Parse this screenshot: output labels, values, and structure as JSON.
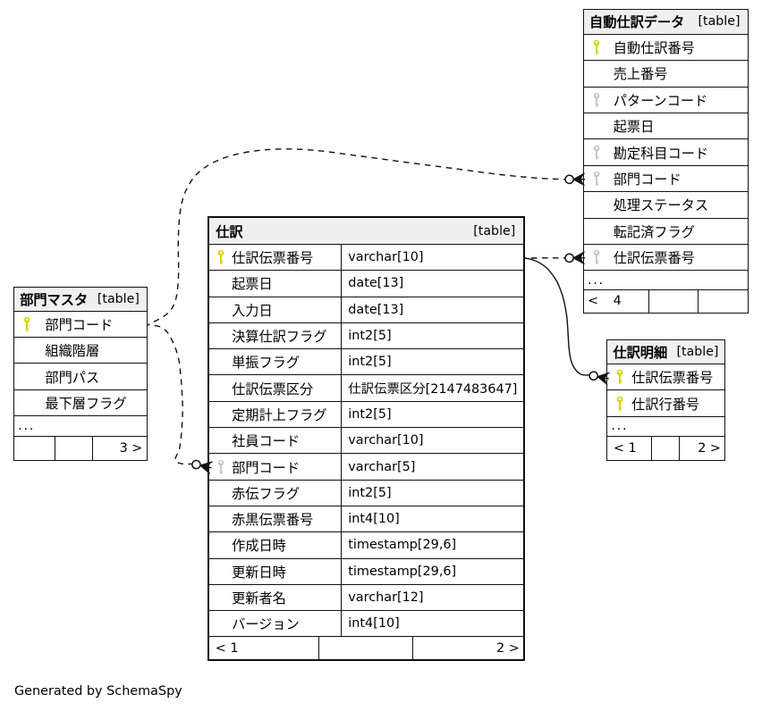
{
  "caption": "Generated by SchemaSpy",
  "colors": {
    "header_bg": "#f0f0f0",
    "line": "#111111",
    "pk_key": "#d6d60f",
    "fk_key": "#c9c9c9",
    "text": "#000000",
    "canvas": "#ffffff"
  },
  "tables": {
    "auto_journal": {
      "title": "自動仕訳データ",
      "badge": "[table]",
      "rows": [
        {
          "name": "自動仕訳番号",
          "key": "pk"
        },
        {
          "name": "売上番号",
          "key": ""
        },
        {
          "name": "パターンコード",
          "key": "fk"
        },
        {
          "name": "起票日",
          "key": ""
        },
        {
          "name": "勘定科目コード",
          "key": "fk"
        },
        {
          "name": "部門コード",
          "key": "fk"
        },
        {
          "name": "処理ステータス",
          "key": ""
        },
        {
          "name": "転記済フラグ",
          "key": ""
        },
        {
          "name": "仕訳伝票番号",
          "key": "fk"
        }
      ],
      "more": "...",
      "pager": {
        "left": "< 4",
        "mid": "",
        "right": ""
      }
    },
    "journal": {
      "title": "仕訳",
      "badge": "[table]",
      "rows": [
        {
          "name": "仕訳伝票番号",
          "type": "varchar[10]",
          "key": "pk"
        },
        {
          "name": "起票日",
          "type": "date[13]",
          "key": ""
        },
        {
          "name": "入力日",
          "type": "date[13]",
          "key": ""
        },
        {
          "name": "決算仕訳フラグ",
          "type": "int2[5]",
          "key": ""
        },
        {
          "name": "単振フラグ",
          "type": "int2[5]",
          "key": ""
        },
        {
          "name": "仕訳伝票区分",
          "type": "仕訳伝票区分[2147483647]",
          "key": ""
        },
        {
          "name": "定期計上フラグ",
          "type": "int2[5]",
          "key": ""
        },
        {
          "name": "社員コード",
          "type": "varchar[10]",
          "key": ""
        },
        {
          "name": "部門コード",
          "type": "varchar[5]",
          "key": "fk"
        },
        {
          "name": "赤伝フラグ",
          "type": "int2[5]",
          "key": ""
        },
        {
          "name": "赤黒伝票番号",
          "type": "int4[10]",
          "key": ""
        },
        {
          "name": "作成日時",
          "type": "timestamp[29,6]",
          "key": ""
        },
        {
          "name": "更新日時",
          "type": "timestamp[29,6]",
          "key": ""
        },
        {
          "name": "更新者名",
          "type": "varchar[12]",
          "key": ""
        },
        {
          "name": "バージョン",
          "type": "int4[10]",
          "key": ""
        }
      ],
      "pager": {
        "left": "< 1",
        "mid": "",
        "right": "2 >"
      }
    },
    "department": {
      "title": "部門マスタ",
      "badge": "[table]",
      "rows": [
        {
          "name": "部門コード",
          "key": "pk"
        },
        {
          "name": "組織階層",
          "key": ""
        },
        {
          "name": "部門パス",
          "key": ""
        },
        {
          "name": "最下層フラグ",
          "key": ""
        }
      ],
      "more": "...",
      "pager": {
        "left": "",
        "mid": "",
        "right": "3 >"
      }
    },
    "journal_detail": {
      "title": "仕訳明細",
      "badge": "[table]",
      "rows": [
        {
          "name": "仕訳伝票番号",
          "key": "pk"
        },
        {
          "name": "仕訳行番号",
          "key": "pk"
        }
      ],
      "more": "...",
      "pager": {
        "left": "< 1",
        "mid": "",
        "right": "2 >"
      }
    }
  },
  "relationships": [
    {
      "from": "部門マスタ.部門コード",
      "to": "自動仕訳データ.部門コード",
      "style": "dashed"
    },
    {
      "from": "部門マスタ.部門コード",
      "to": "仕訳.部門コード",
      "style": "dashed"
    },
    {
      "from": "仕訳.仕訳伝票番号",
      "to": "自動仕訳データ.仕訳伝票番号",
      "style": "dashed"
    },
    {
      "from": "仕訳.仕訳伝票番号",
      "to": "仕訳明細.仕訳伝票番号",
      "style": "solid"
    }
  ]
}
